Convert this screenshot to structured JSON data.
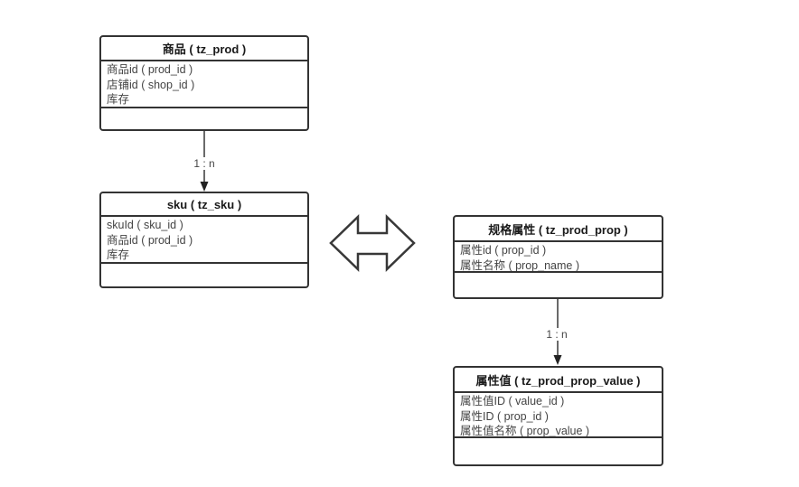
{
  "diagram": {
    "background_color": "#ffffff",
    "border_color": "#333333",
    "title_color": "#1a1a1a",
    "text_color": "#444444",
    "tables": [
      {
        "id": "tz_prod",
        "title": "商品 ( tz_prod )",
        "fields": [
          "商品id ( prod_id )",
          "店铺id ( shop_id )",
          "库存"
        ]
      },
      {
        "id": "tz_sku",
        "title": "sku ( tz_sku )",
        "fields": [
          "skuId ( sku_id )",
          "商品id ( prod_id )",
          "库存"
        ]
      },
      {
        "id": "tz_prod_prop",
        "title": "规格属性 ( tz_prod_prop )",
        "fields": [
          "属性id ( prop_id )",
          "属性名称 ( prop_name )"
        ]
      },
      {
        "id": "tz_prod_prop_value",
        "title": "属性值 ( tz_prod_prop_value )",
        "fields": [
          "属性值ID ( value_id )",
          "属性ID ( prop_id )",
          "属性值名称 ( prop_value )"
        ]
      }
    ],
    "connectors": [
      {
        "type": "arrow",
        "from": "商品 ( tz_prod )",
        "to": "sku ( tz_sku )",
        "label": "1 : n"
      },
      {
        "type": "arrow",
        "from": "规格属性 ( tz_prod_prop )",
        "to": "属性值 ( tz_prod_prop_value )",
        "label": "1 : n"
      },
      {
        "type": "double-arrow",
        "between": [
          "sku ( tz_sku )",
          "规格属性 ( tz_prod_prop )"
        ],
        "label": ""
      }
    ]
  }
}
